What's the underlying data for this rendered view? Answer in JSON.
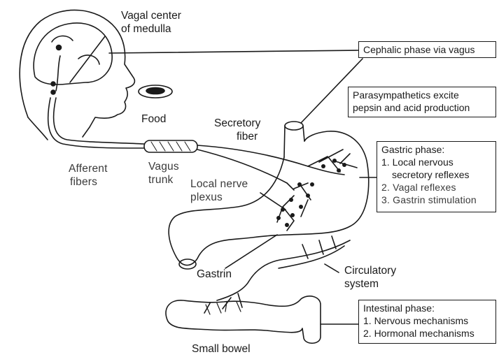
{
  "labels": {
    "vagal_center": [
      "Vagal center",
      "of medulla"
    ],
    "food": "Food",
    "secretory_fiber": [
      "Secretory",
      "fiber"
    ],
    "afferent_fibers": [
      "Afferent",
      "fibers"
    ],
    "vagus_trunk": [
      "Vagus",
      "trunk"
    ],
    "local_nerve_plexus": [
      "Local nerve",
      "plexus"
    ],
    "gastrin": "Gastrin",
    "circulatory_system": [
      "Circulatory",
      "system"
    ],
    "small_bowel": "Small bowel"
  },
  "boxes": {
    "cephalic": "Cephalic phase via vagus",
    "parasympathetics": [
      "Parasympathetics excite",
      "pepsin and acid production"
    ],
    "gastric": {
      "title": "Gastric phase:",
      "items": [
        "1. Local nervous",
        "secretory reflexes",
        "2. Vagal reflexes",
        "3. Gastrin stimulation"
      ]
    },
    "intestinal": {
      "title": "Intestinal phase:",
      "items": [
        "1. Nervous mechanisms",
        "2. Hormonal mechanisms"
      ]
    }
  },
  "colors": {
    "ink": "#1a1a1a",
    "paper": "#ffffff"
  }
}
